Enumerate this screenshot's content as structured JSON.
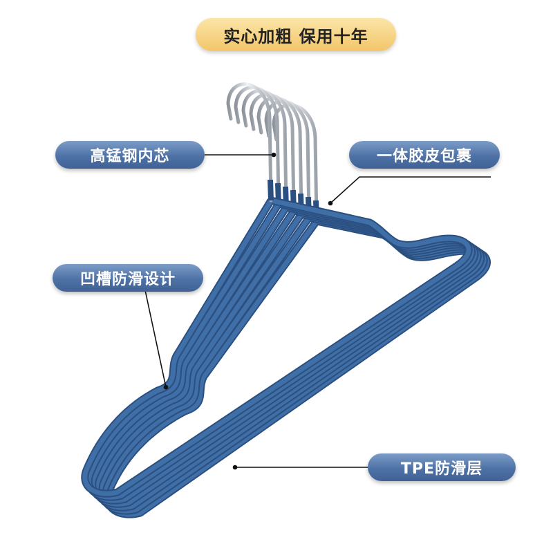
{
  "banner": {
    "text": "实心加粗 保用十年"
  },
  "callouts": {
    "core": "高锰钢内芯",
    "wrap": "一体胶皮包裹",
    "groove": "凹槽防滑设计",
    "tpe": "TPE防滑层"
  },
  "colors": {
    "hanger_blue": "#3f6fa6",
    "hanger_dark": "#2a4f80",
    "hook_silver": "#c8cdd4",
    "banner_gold": "#f3c56a",
    "pill_blue": "#4f72a6"
  },
  "image": {
    "subject": "stack of blue rubber-coated metal clothes hangers",
    "hanger_count": 7
  }
}
